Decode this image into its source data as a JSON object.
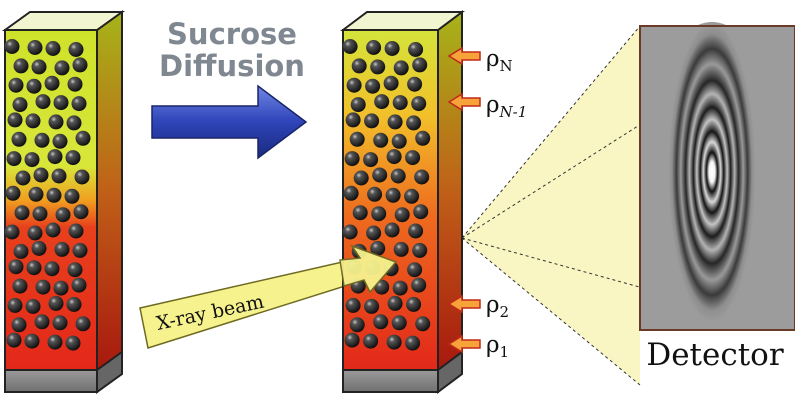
{
  "title": {
    "line1": "Sucrose",
    "line2": "Diffusion"
  },
  "beam_label": "X-ray beam",
  "detector_label": "Detector",
  "density_labels": [
    {
      "base": "ρ",
      "sub": "N"
    },
    {
      "base": "ρ",
      "sub": "N-1"
    },
    {
      "base": "ρ",
      "sub": "2"
    },
    {
      "base": "ρ",
      "sub": "1"
    }
  ],
  "colors": {
    "yellow_green": "#d9e83a",
    "red": "#e8301c",
    "orange": "#f08a1c",
    "blue_arrow": "#2a3fb0",
    "beam": "#f4f090",
    "bead": "#2a2a2a"
  }
}
